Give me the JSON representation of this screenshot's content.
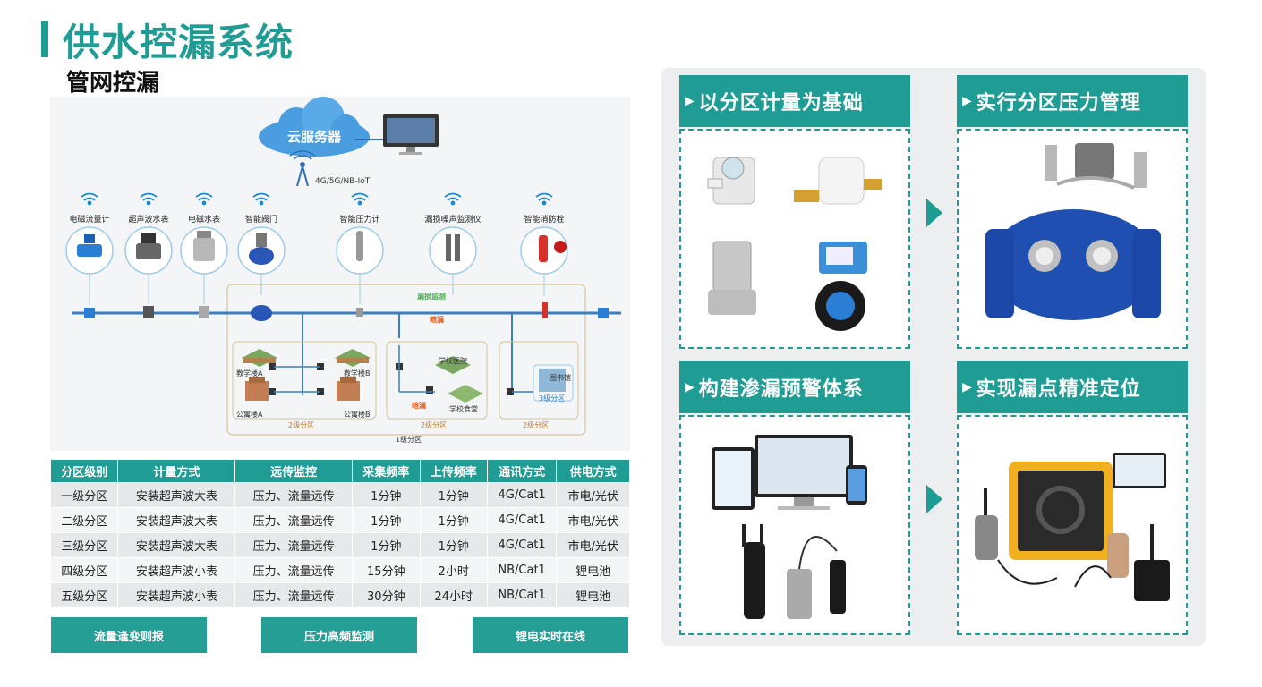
{
  "page": {
    "title": "供水控漏系统",
    "subtitle": "管网控漏"
  },
  "diagram": {
    "cloud_label": "云服务器",
    "network_label": "4G/5G/NB-IoT",
    "devices": [
      "电磁流量计",
      "超声波水表",
      "电磁水表",
      "智能阀门",
      "智能压力计",
      "漏损噪声监测仪",
      "智能消防栓"
    ],
    "monitor_label": "漏损监测",
    "leak_label": "暗漏",
    "leak_label_2": "暗漏",
    "buildings": {
      "teaching_a": "教学楼A",
      "teaching_b": "教学楼B",
      "apartment_a": "公寓楼A",
      "apartment_b": "公寓楼B",
      "school_hospital": "学校医院",
      "school_canteen": "学校食堂",
      "library": "图书馆"
    },
    "zones": {
      "zone2_a": "2级分区",
      "zone2_b": "2级分区",
      "zone2_c": "2级分区",
      "zone3": "3级分区",
      "zone1": "1级分区"
    }
  },
  "table": {
    "headers": [
      "分区级别",
      "计量方式",
      "远传监控",
      "采集频率",
      "上传频率",
      "通讯方式",
      "供电方式"
    ],
    "rows": [
      [
        "一级分区",
        "安装超声波大表",
        "压力、流量远传",
        "1分钟",
        "1分钟",
        "4G/Cat1",
        "市电/光伏"
      ],
      [
        "二级分区",
        "安装超声波大表",
        "压力、流量远传",
        "1分钟",
        "1分钟",
        "4G/Cat1",
        "市电/光伏"
      ],
      [
        "三级分区",
        "安装超声波大表",
        "压力、流量远传",
        "1分钟",
        "1分钟",
        "4G/Cat1",
        "市电/光伏"
      ],
      [
        "四级分区",
        "安装超声波小表",
        "压力、流量远传",
        "15分钟",
        "2小时",
        "NB/Cat1",
        "锂电池"
      ],
      [
        "五级分区",
        "安装超声波小表",
        "压力、流量远传",
        "30分钟",
        "24小时",
        "NB/Cat1",
        "锂电池"
      ]
    ]
  },
  "features": [
    "流量逢变则报",
    "压力高频监测",
    "锂电实时在线"
  ],
  "cards": [
    {
      "title": "以分区计量为基础"
    },
    {
      "title": "实行分区压力管理"
    },
    {
      "title": "构建渗漏预警体系"
    },
    {
      "title": "实现漏点精准定位"
    }
  ],
  "colors": {
    "accent": "#1f9c93",
    "pipe": "#3a7fc4",
    "leak": "#e0622a",
    "monitor": "#4caf50"
  }
}
